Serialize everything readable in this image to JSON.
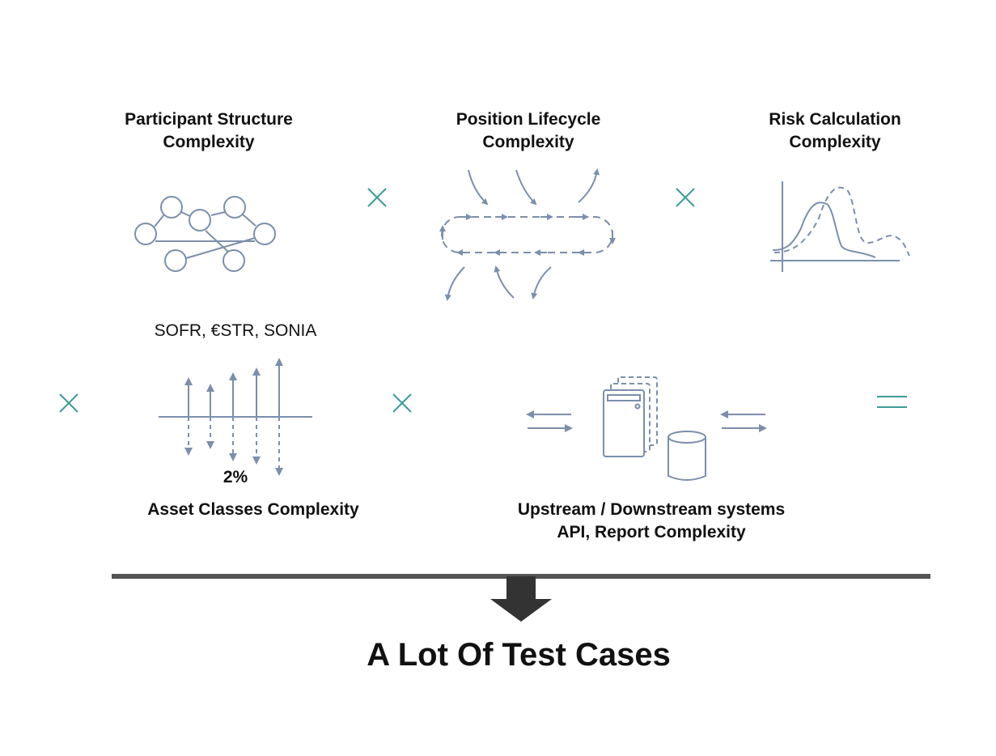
{
  "labels": {
    "participant_line1": "Participant Structure",
    "participant_line2": "Complexity",
    "position_line1": "Position Lifecycle",
    "position_line2": "Complexity",
    "risk_line1": "Risk Calculation",
    "risk_line2": "Complexity",
    "rates": "SOFR, €STR, SONIA",
    "percent": "2%",
    "asset": "Asset Classes Complexity",
    "systems_line1": "Upstream / Downstream systems",
    "systems_line2": "API, Report Complexity",
    "result": "A Lot Of Test Cases"
  },
  "operators": {
    "multiply": "×",
    "equals": "="
  },
  "colors": {
    "icon": "#7b8fab",
    "operator": "#3a9d95",
    "bar": "#555555",
    "arrow": "#333333",
    "text": "#111111"
  }
}
